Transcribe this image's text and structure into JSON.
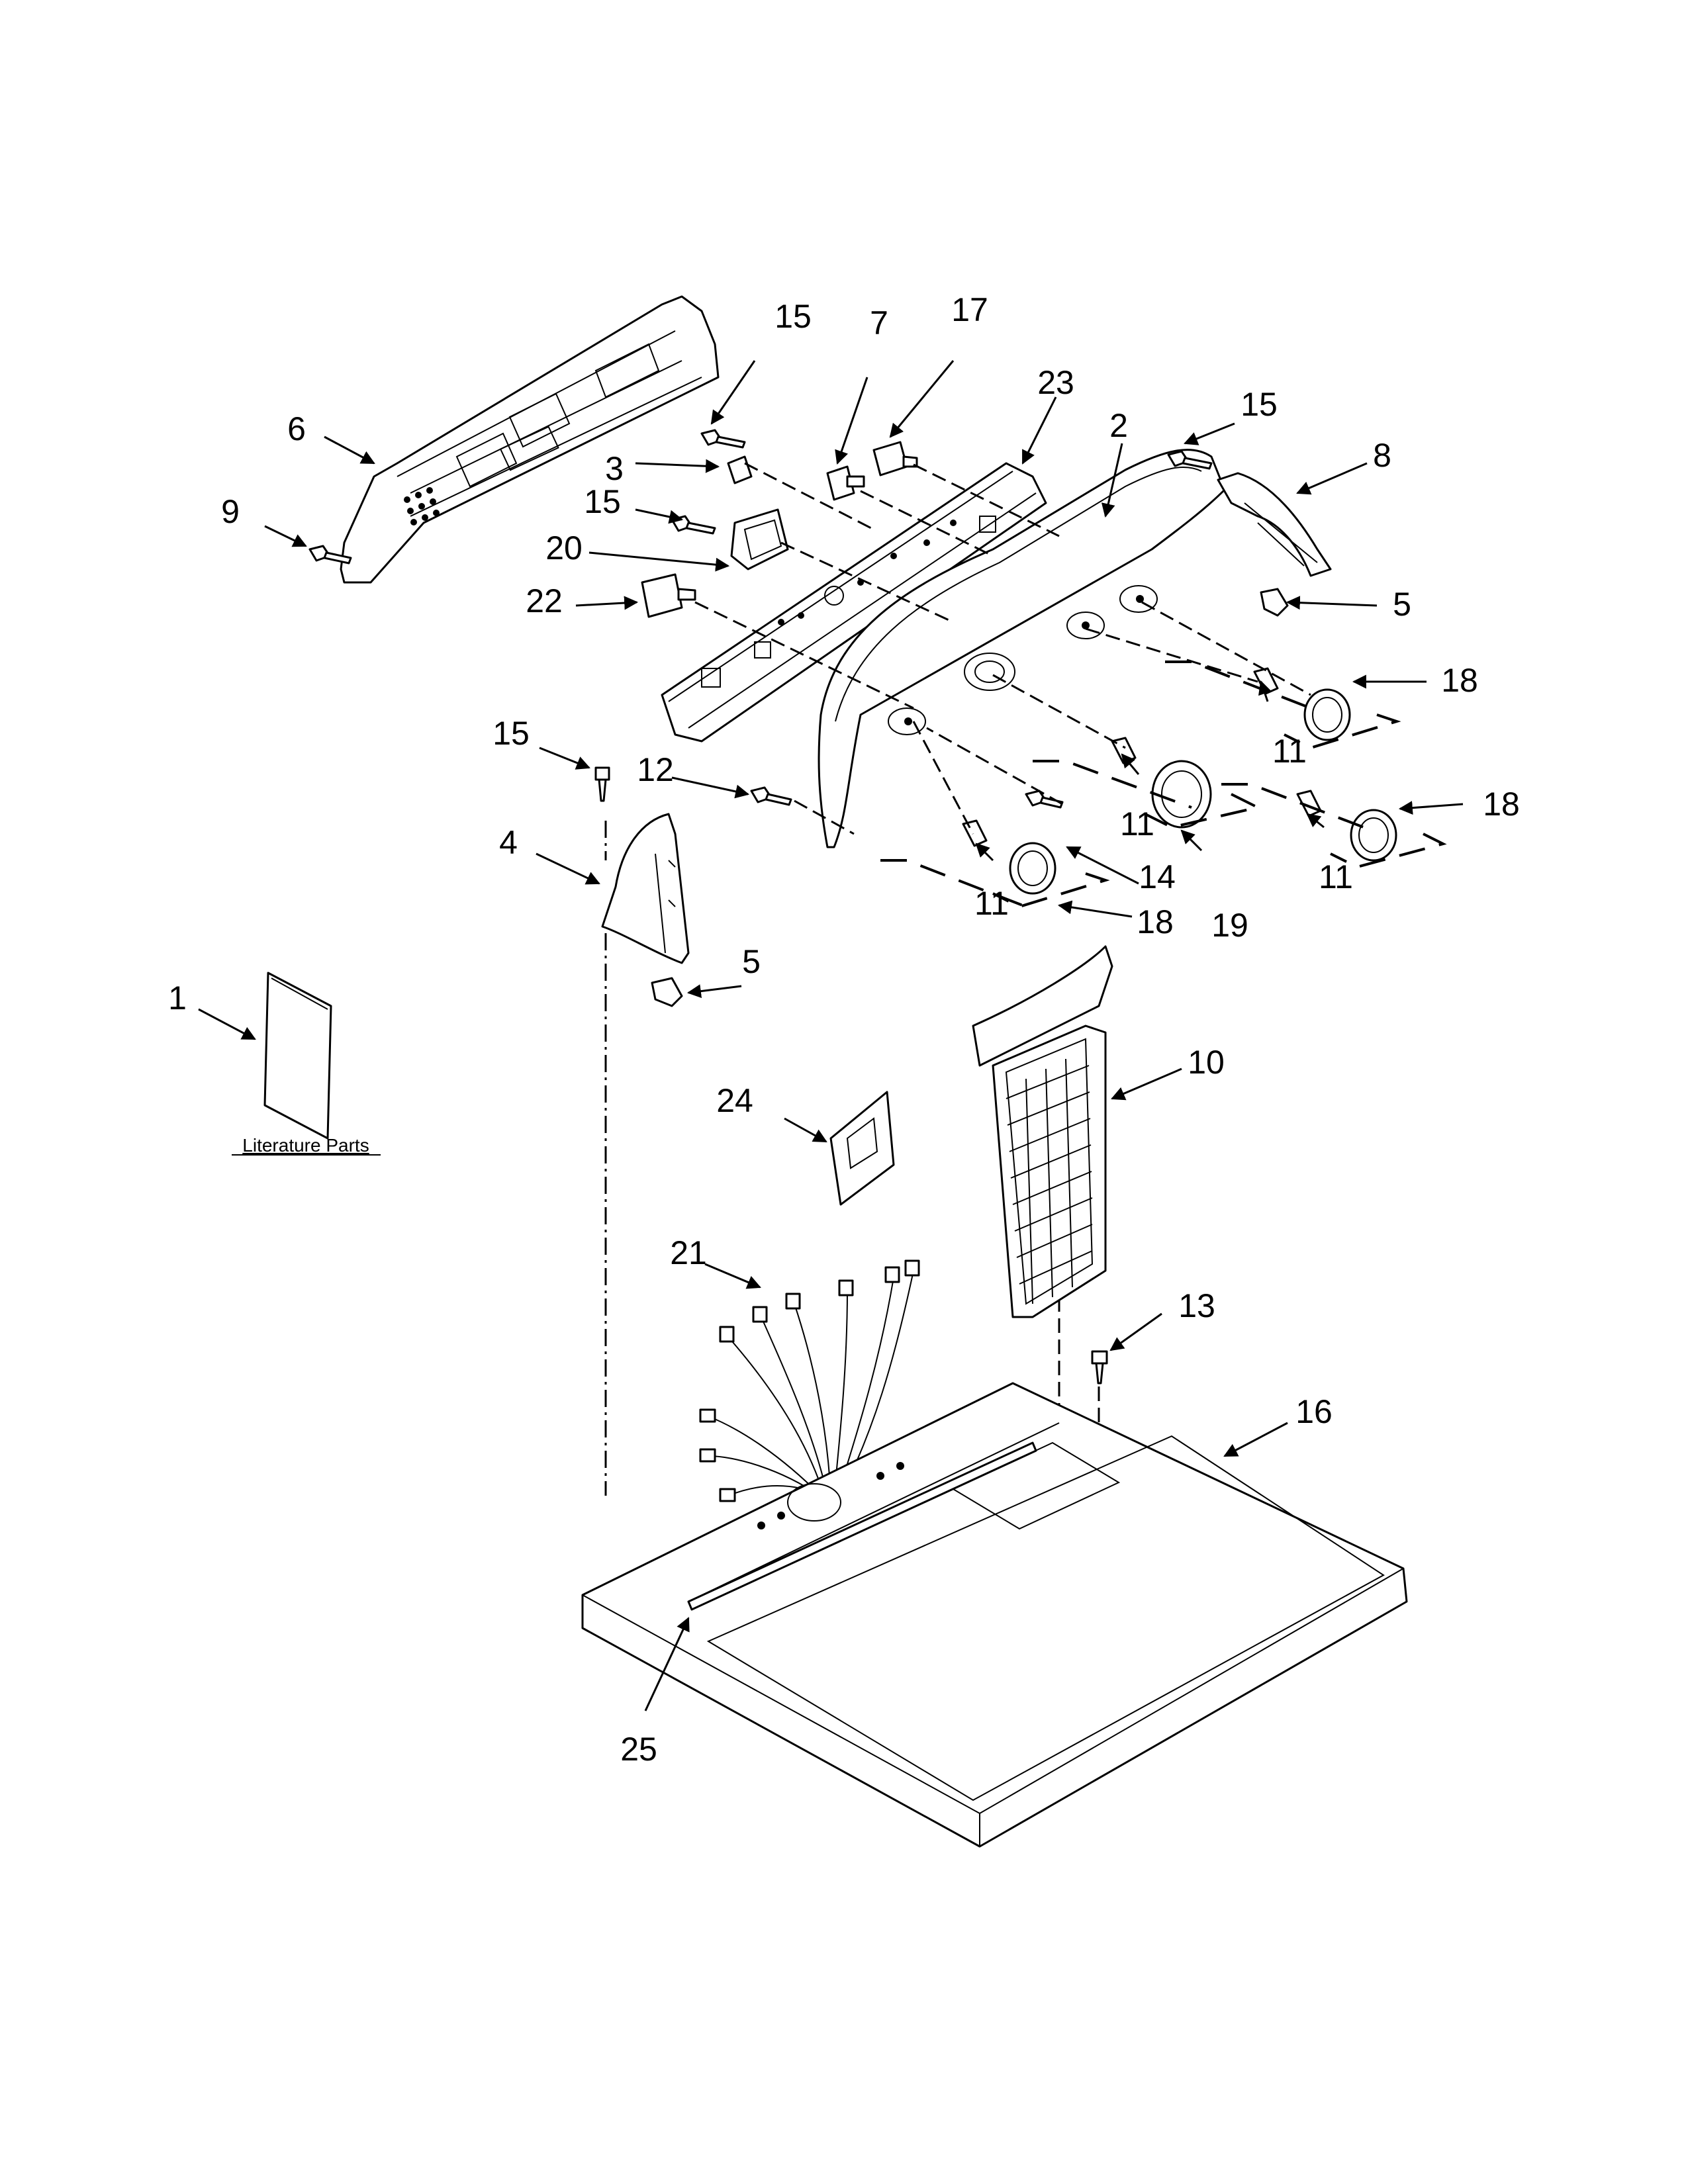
{
  "callouts": {
    "c1": "1",
    "c2": "2",
    "c3": "3",
    "c4": "4",
    "c5a": "5",
    "c5b": "5",
    "c6": "6",
    "c7": "7",
    "c8": "8",
    "c9": "9",
    "c10": "10",
    "c11a": "11",
    "c11b": "11",
    "c11c": "11",
    "c11d": "11",
    "c12": "12",
    "c13": "13",
    "c14": "14",
    "c15a": "15",
    "c15b": "15",
    "c15c": "15",
    "c15d": "15",
    "c16": "16",
    "c17": "17",
    "c18a": "18",
    "c18b": "18",
    "c18c": "18",
    "c19": "19",
    "c20": "20",
    "c21": "21",
    "c22": "22",
    "c23": "23",
    "c24": "24",
    "c25": "25"
  },
  "literature_caption": "Literature Parts"
}
